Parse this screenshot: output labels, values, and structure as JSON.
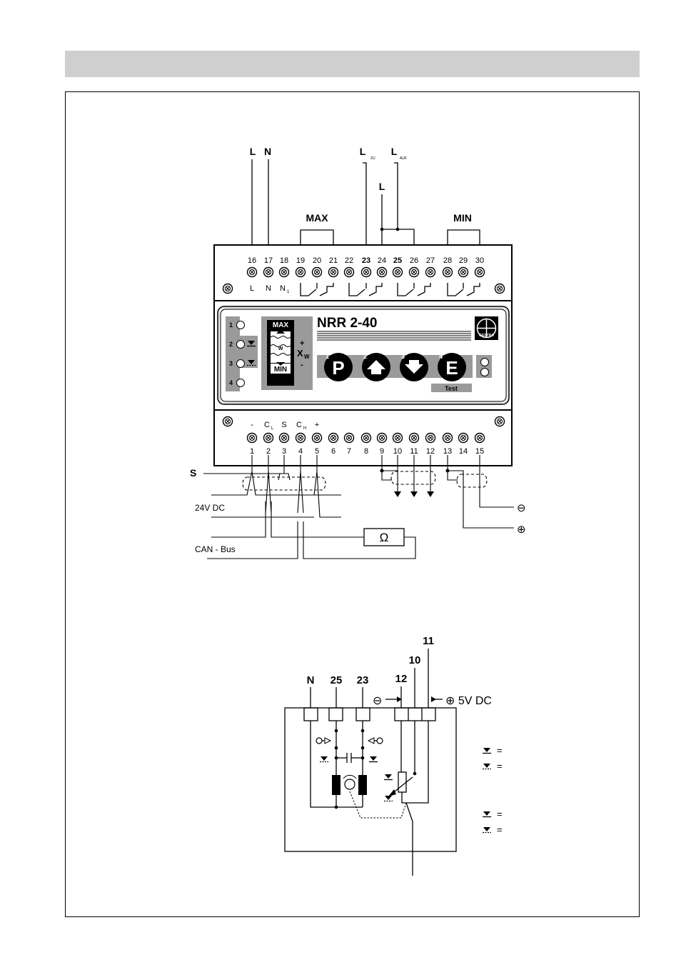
{
  "top_labels": {
    "L": "L",
    "N": "N",
    "L_zu": "L",
    "L_zu_sub": "ZU",
    "L_auf": "L",
    "L_auf_sub": "AUF",
    "L_mid": "L"
  },
  "relay_groups": {
    "max": "MAX",
    "min": "MIN"
  },
  "upper_terminals": [
    "16",
    "17",
    "18",
    "19",
    "20",
    "21",
    "22",
    "23",
    "24",
    "25",
    "26",
    "27",
    "28",
    "29",
    "30"
  ],
  "upper_sublabels": {
    "l": "L",
    "n": "N",
    "n1": "N",
    "n1_sub": "1"
  },
  "device": {
    "model": "NRR 2-40",
    "logo": "GESTRA",
    "leds": [
      "1",
      "2",
      "3",
      "4"
    ],
    "gauge": {
      "max": "MAX",
      "min": "MIN",
      "w": "W",
      "xw": "X",
      "xw_sub": "W",
      "plus": "+",
      "minus": "-"
    },
    "buttons": [
      {
        "num": "1",
        "glyph": "P"
      },
      {
        "num": "2",
        "glyph": "up-arrow"
      },
      {
        "num": "3",
        "glyph": "down-arrow"
      },
      {
        "num": "4",
        "glyph": "E"
      }
    ],
    "test_label": "Test"
  },
  "lower_top_labels": {
    "minus": "-",
    "cl": "C",
    "cl_sub": "L",
    "s": "S",
    "ch": "C",
    "ch_sub": "H",
    "plus": "+"
  },
  "lower_terminals": [
    "1",
    "2",
    "3",
    "4",
    "5",
    "6",
    "7",
    "8",
    "9",
    "10",
    "11",
    "12",
    "13",
    "14",
    "15"
  ],
  "wiring": {
    "shield": "S",
    "power": "24V DC",
    "bus": "CAN - Bus",
    "resistor": "Ω",
    "minus": "⊖",
    "plus": "⊕"
  },
  "schematic": {
    "labels": {
      "N": "N",
      "t25": "25",
      "t23": "23",
      "t12": "12",
      "t10": "10",
      "t11": "11"
    },
    "minus": "⊖",
    "supply": "⊕ 5V DC",
    "eq": "="
  }
}
